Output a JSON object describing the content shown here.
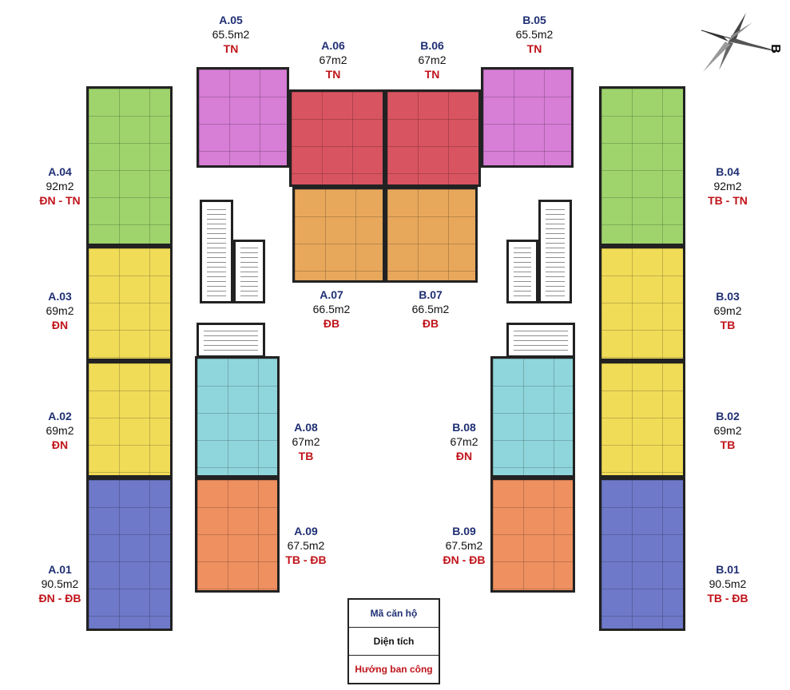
{
  "units": [
    {
      "id": "A.05",
      "code": "A.05",
      "area": "65.5m2",
      "direction": "TN",
      "color": "#d77ed6"
    },
    {
      "id": "A.06",
      "code": "A.06",
      "area": "67m2",
      "direction": "TN",
      "color": "#d95461"
    },
    {
      "id": "B.06",
      "code": "B.06",
      "area": "67m2",
      "direction": "TN",
      "color": "#d95461"
    },
    {
      "id": "B.05",
      "code": "B.05",
      "area": "65.5m2",
      "direction": "TN",
      "color": "#d77ed6"
    },
    {
      "id": "A.04",
      "code": "A.04",
      "area": "92m2",
      "direction": "ĐN - TN",
      "color": "#9fd46d"
    },
    {
      "id": "B.04",
      "code": "B.04",
      "area": "92m2",
      "direction": "TB - TN",
      "color": "#9fd46d"
    },
    {
      "id": "A.07",
      "code": "A.07",
      "area": "66.5m2",
      "direction": "ĐB",
      "color": "#e8a85c"
    },
    {
      "id": "B.07",
      "code": "B.07",
      "area": "66.5m2",
      "direction": "ĐB",
      "color": "#e8a85c"
    },
    {
      "id": "A.03",
      "code": "A.03",
      "area": "69m2",
      "direction": "ĐN",
      "color": "#f1dc58"
    },
    {
      "id": "B.03",
      "code": "B.03",
      "area": "69m2",
      "direction": "TB",
      "color": "#f1dc58"
    },
    {
      "id": "A.02",
      "code": "A.02",
      "area": "69m2",
      "direction": "ĐN",
      "color": "#f1dc58"
    },
    {
      "id": "B.02",
      "code": "B.02",
      "area": "69m2",
      "direction": "TB",
      "color": "#f1dc58"
    },
    {
      "id": "A.08",
      "code": "A.08",
      "area": "67m2",
      "direction": "TB",
      "color": "#8fd6dc"
    },
    {
      "id": "B.08",
      "code": "B.08",
      "area": "67m2",
      "direction": "ĐN",
      "color": "#8fd6dc"
    },
    {
      "id": "A.09",
      "code": "A.09",
      "area": "67.5m2",
      "direction": "TB - ĐB",
      "color": "#ef9060"
    },
    {
      "id": "B.09",
      "code": "B.09",
      "area": "67.5m2",
      "direction": "ĐN - ĐB",
      "color": "#ef9060"
    },
    {
      "id": "A.01",
      "code": "A.01",
      "area": "90.5m2",
      "direction": "ĐN - ĐB",
      "color": "#6f79c9"
    },
    {
      "id": "B.01",
      "code": "B.01",
      "area": "90.5m2",
      "direction": "TB - ĐB",
      "color": "#6f79c9"
    }
  ],
  "legend": {
    "code_label": "Mã căn hộ",
    "area_label": "Diện tích",
    "direction_label": "Hướng ban công"
  },
  "compass": {
    "letter": "B"
  },
  "colors": {
    "code": "#1f2f73",
    "direction": "#c0141b",
    "wall": "#222222"
  }
}
